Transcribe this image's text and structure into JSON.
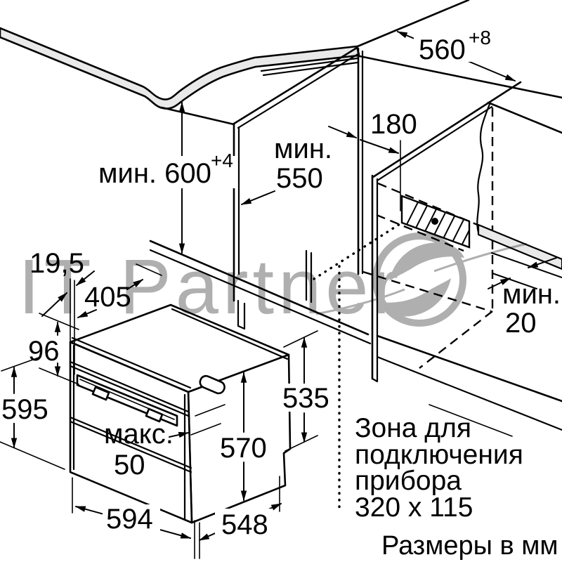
{
  "watermark": {
    "brand": "IT Partner"
  },
  "dims": {
    "w560": {
      "label": "560",
      "sup": "+8"
    },
    "h600": {
      "label": "мин. 600",
      "sup": "+4"
    },
    "d550a": "мин.",
    "d550b": "550",
    "w180": "180",
    "g195": "19,5",
    "d405": "405",
    "h96": "96",
    "h595": "595",
    "h535": "535",
    "d570": "570",
    "max50a": "макс.",
    "max50b": "50",
    "w594": "594",
    "d548": "548",
    "min20a": "мин.",
    "min20b": "20"
  },
  "zone": {
    "line1": "Зона для",
    "line2": "подключения",
    "line3": "прибора",
    "line4": "320 x 115"
  },
  "footer": {
    "units": "Размеры в мм"
  },
  "colors": {
    "line": "#000000",
    "surface": "#e9e9e9",
    "watermark": "#a6a6a6"
  }
}
